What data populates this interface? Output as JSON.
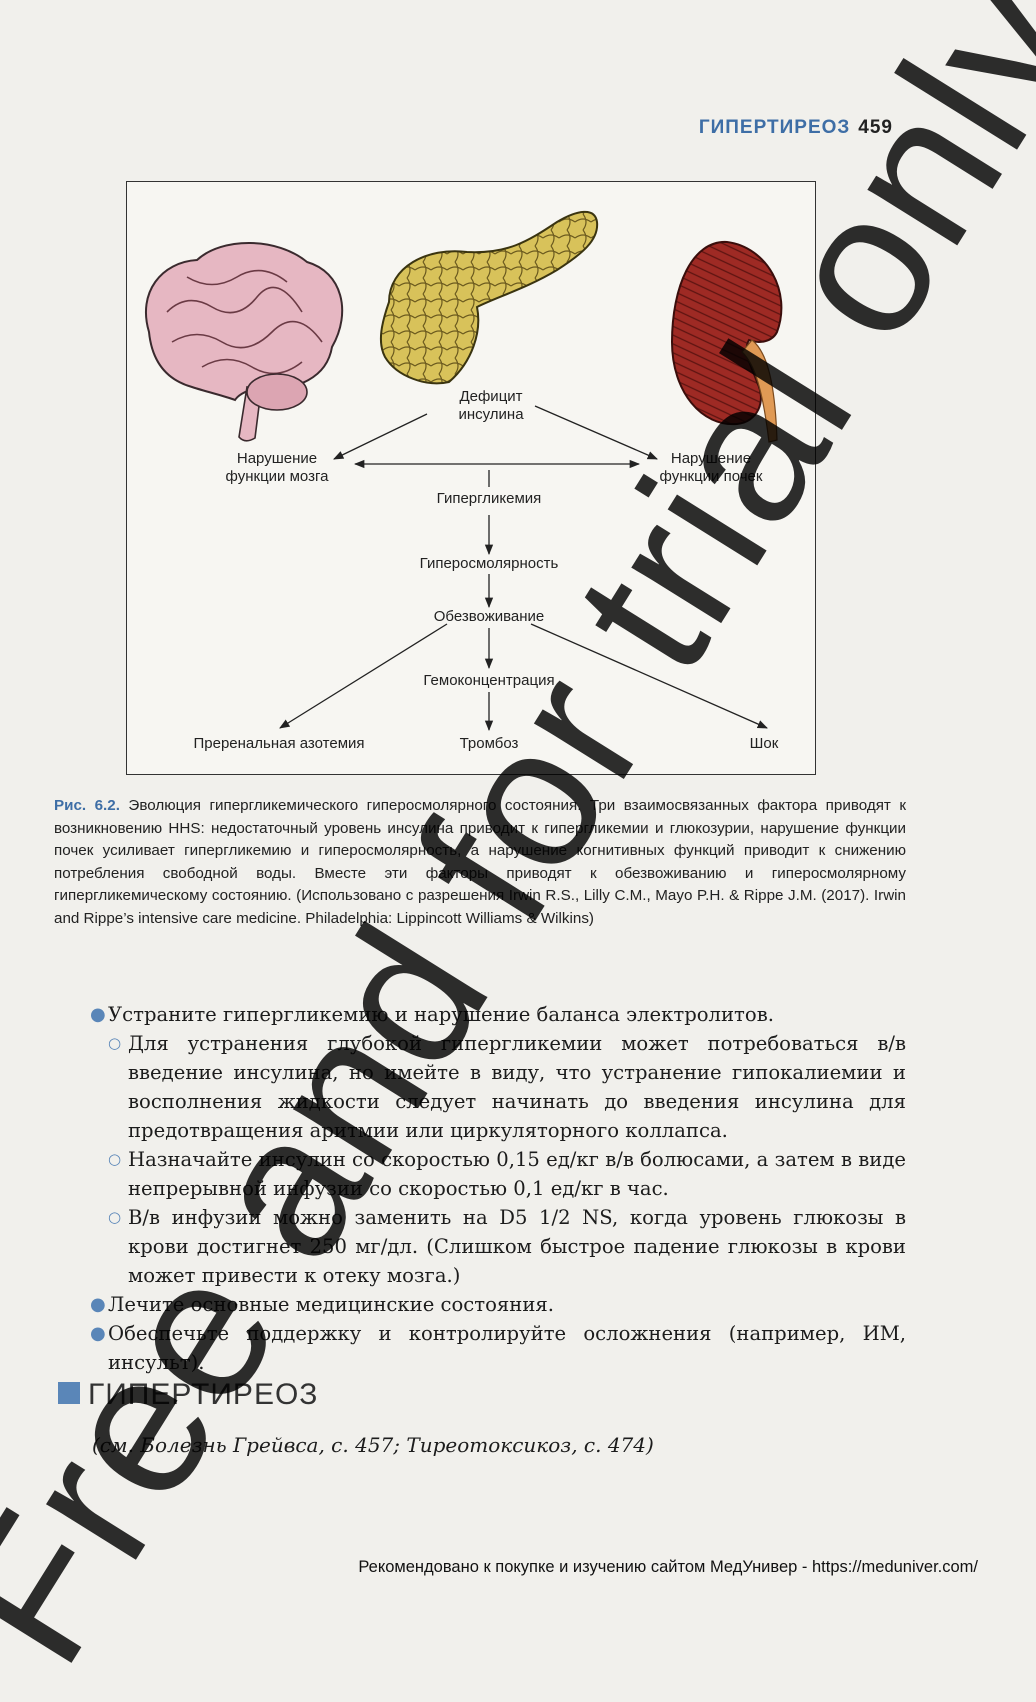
{
  "running_head": {
    "title": "ГИПЕРТИРЕОЗ",
    "page_number": "459"
  },
  "figure": {
    "labels": {
      "insulin": "Дефицит\nинсулина",
      "brain": "Нарушение\nфункции мозга",
      "kidney": "Нарушение\nфункции почек",
      "hyperglycemia": "Гипергликемия",
      "hyperosmolarity": "Гиперосмолярность",
      "dehydration": "Обезвоживание",
      "hemoconcentration": "Гемоконцентрация",
      "azotemia": "Преренальная азотемия",
      "thrombosis": "Тромбоз",
      "shock": "Шок"
    },
    "colors": {
      "brain": "#e6b7c2",
      "pancreas": "#d8c25a",
      "kidney": "#9e2a24",
      "ureter": "#e09a55"
    }
  },
  "caption": {
    "label": "Рис. 6.2.",
    "text": "Эволюция гипергликемического гиперосмолярного состояния. Три взаимосвязанных фактора приводят к возникновению HHS: недостаточный уровень инсулина приводит к гипергликемии и глюкозурии, нарушение функции почек усиливает гипергликемию и гиперосмолярность, а нарушение когнитивных функций приводит к снижению потребления свободной воды. Вместе эти факторы приводят к обезвоживанию и гиперосмолярному гипергликемическому состоянию. (Использовано с разрешения Irwin R.S., Lilly C.M., Mayo P.H. & Rippe J.M. (2017). Irwin and Rippe’s intensive care medicine. Philadelphia: Lippincott Williams & Wilkins)"
  },
  "bullets": [
    {
      "level": 1,
      "text": "Устраните гипергликемию и нарушение баланса электролитов."
    },
    {
      "level": 2,
      "text": "Для устранения глубокой гипергликемии может потребоваться в/в введение инсулина, но имейте в виду, что устранение гипокалиемии и восполнения жидкости следует начинать до введения инсулина для предотвращения аритмии или циркуляторного коллапса."
    },
    {
      "level": 2,
      "text": "Назначайте инсулин со скоростью 0,15 ед/кг в/в болюсами, а затем в виде непрерывной инфузии со скоростью 0,1 ед/кг в час."
    },
    {
      "level": 2,
      "text": "В/в инфузии можно заменить на D5 1/2 NS, когда уровень глюкозы в крови достигнет 250 мг/дл. (Слишком быстрое падение глюкозы в крови может привести к отеку мозга.)"
    },
    {
      "level": 1,
      "text": "Лечите основные медицинские состояния."
    },
    {
      "level": 1,
      "text": "Обеспечьте поддержку и контролируйте осложнения (например, ИМ, инсульт)."
    }
  ],
  "section": {
    "title": "ГИПЕРТИРЕОЗ",
    "see_also": "(см. Болезнь Грейвса, с. 457; Тиреотоксикоз, с. 474)"
  },
  "footer": "Рекомендовано к покупке и изучению сайтом МедУнивер - https://meduniver.com/",
  "watermark": "Free and for trial only"
}
